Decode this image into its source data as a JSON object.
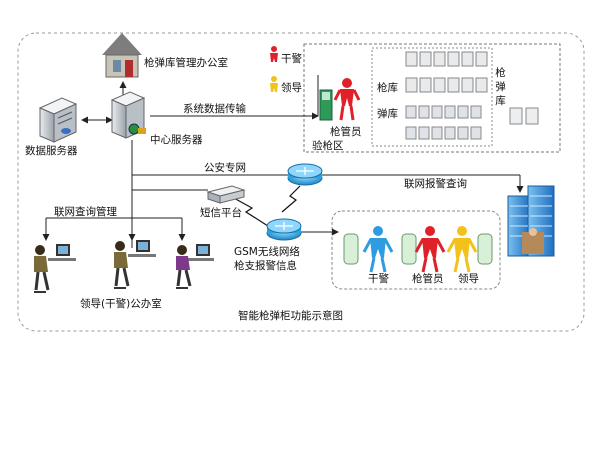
{
  "labels": {
    "armory_office": "枪弹库管理办公室",
    "data_transfer": "系统数据传输",
    "data_server": "数据服务器",
    "central_server": "中心服务器",
    "police_net": "公安专网",
    "networked_alarm": "联网报警查询",
    "networked_query": "联网查询管理",
    "sms_platform": "短信平台",
    "gsm_line1": "GSM无线网络",
    "gsm_line2": "枪支报警信息",
    "leader_office": "领导(干警)公办室",
    "caption": "智能枪弹柜功能示意图"
  },
  "armory": {
    "legend_officer": "干警",
    "legend_leader": "领导",
    "keeper": "枪管员",
    "gun_store": "枪库",
    "ammo_store": "弹库",
    "armory_side": "枪弹库",
    "inspection": "验枪区"
  },
  "people_row": {
    "officer": "干警",
    "keeper": "枪管员",
    "leader": "领导"
  },
  "colors": {
    "officer": "#e0212a",
    "leader": "#f2c21a",
    "keeper": "#e0212a",
    "blue_person": "#2f9be0",
    "building": "#2b7fd0",
    "router": "#2aa2e0"
  }
}
